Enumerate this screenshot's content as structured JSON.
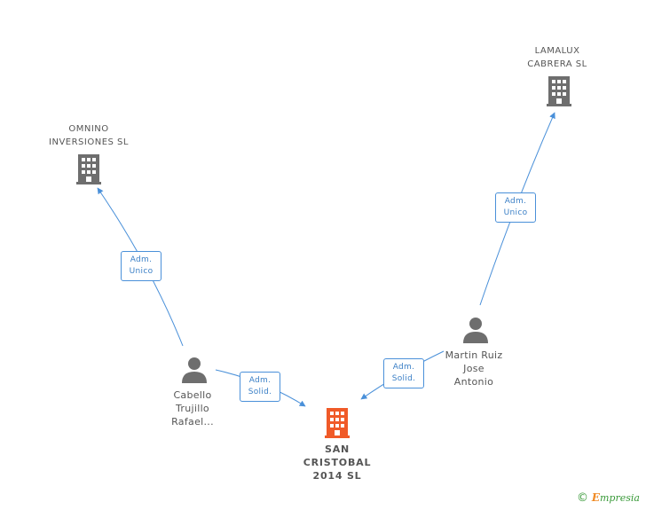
{
  "nodes": {
    "center": {
      "label": "SAN\nCRISTOBAL\n2014  SL"
    },
    "omnino": {
      "label": "OMNINO\nINVERSIONES SL"
    },
    "lamalux": {
      "label": "LAMALUX\nCABRERA SL"
    },
    "cabello": {
      "label": "Cabello\nTrujillo\nRafael..."
    },
    "martin": {
      "label": "Martin Ruiz\nJose\nAntonio"
    }
  },
  "relations": {
    "cabello_omnino": "Adm.\nUnico",
    "martin_lamalux": "Adm.\nUnico",
    "cabello_center": "Adm.\nSolid.",
    "martin_center": "Adm.\nSolid."
  },
  "colors": {
    "edge": "#4a90d9",
    "company": "#6e6e6e",
    "person": "#6e6e6e",
    "center": "#f05a28"
  },
  "icons": {
    "company": "building-icon",
    "person": "person-icon"
  },
  "brand": {
    "copyright": "©",
    "logo_first": "E",
    "logo_rest": "mpresia"
  }
}
